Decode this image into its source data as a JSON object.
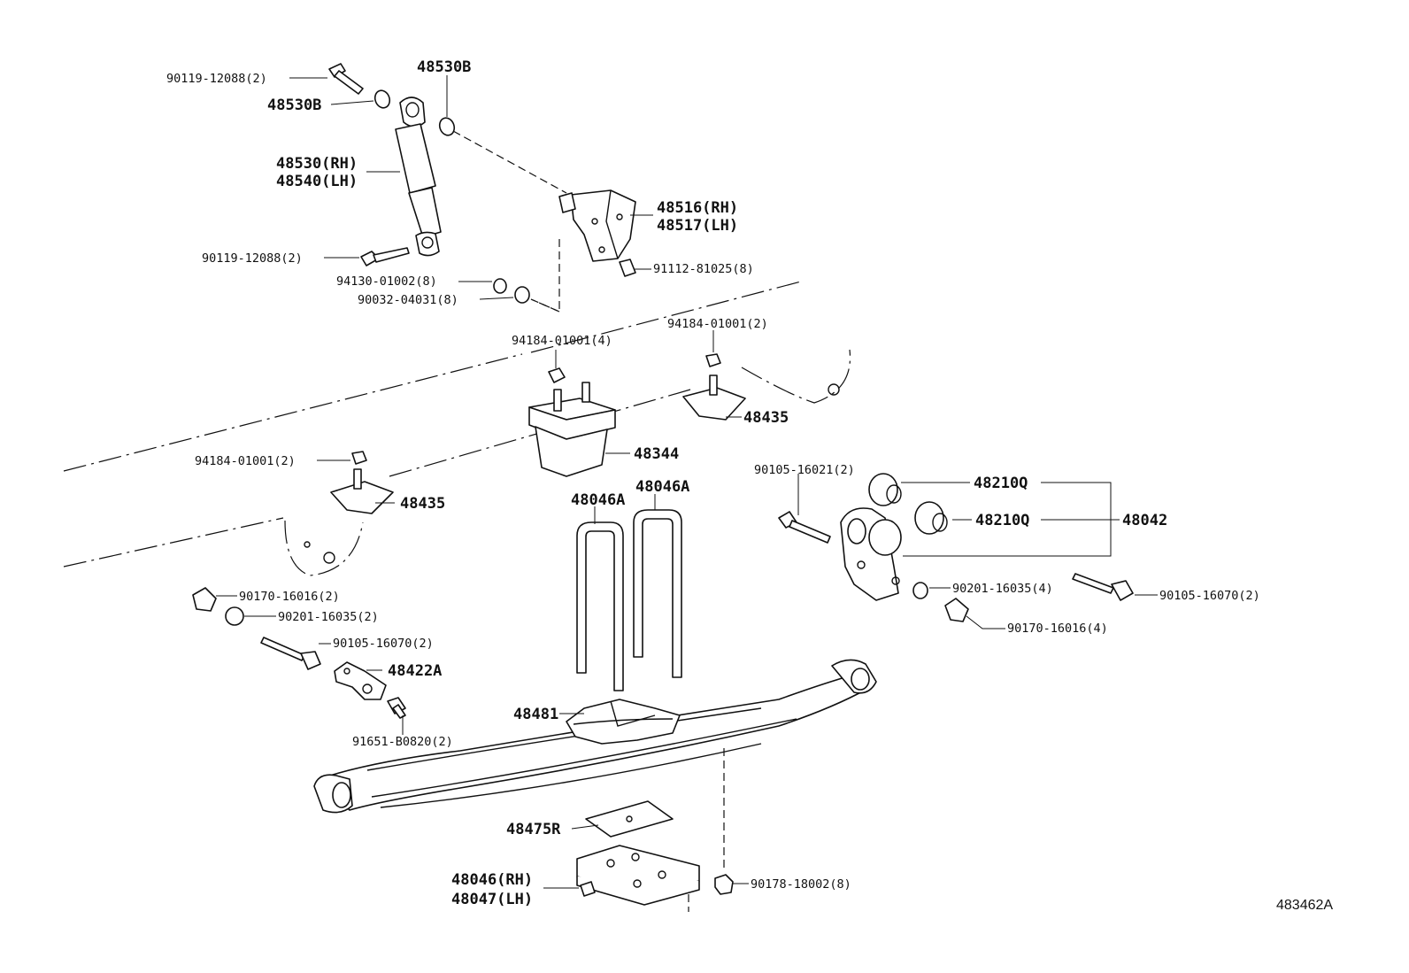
{
  "diagram": {
    "ref_code": "483462A",
    "labels": {
      "bolt_top": "90119-12088(2)",
      "washer_top_left": "48530B",
      "washer_top_right": "48530B",
      "absorber_rh": "48530(RH)",
      "absorber_lh": "48540(LH)",
      "bolt_lower": "90119-12088(2)",
      "bracket_rh": "48516(RH)",
      "bracket_lh": "48517(LH)",
      "bolt_bracket": "91112-81025(8)",
      "washer_94130": "94130-01002(8)",
      "washer_90032": "90032-04031(8)",
      "nut_center": "94184-01001(4)",
      "nut_right": "94184-01001(2)",
      "nut_left": "94184-01001(2)",
      "bumper_right": "48435",
      "bumper_left": "48435",
      "bumper_center": "48344",
      "bolt_hanger": "90105-16021(2)",
      "bushing_upper": "48210Q",
      "bushing_lower": "48210Q",
      "hanger_assy": "48042",
      "ubolt_left": "48046A",
      "ubolt_right": "48046A",
      "nut_90170_left": "90170-16016(2)",
      "washer_90201_left": "90201-16035(2)",
      "bolt_90105_left": "90105-16070(2)",
      "bracket_48422": "48422A",
      "bolt_91651": "91651-B0820(2)",
      "washer_90201_right": "90201-16035(4)",
      "bolt_90105_right": "90105-16070(2)",
      "nut_90170_right": "90170-16016(4)",
      "spring_seat": "48481",
      "pad": "48475R",
      "plate_rh": "48046(RH)",
      "plate_lh": "48047(LH)",
      "nut_90178": "90178-18002(8)"
    }
  }
}
